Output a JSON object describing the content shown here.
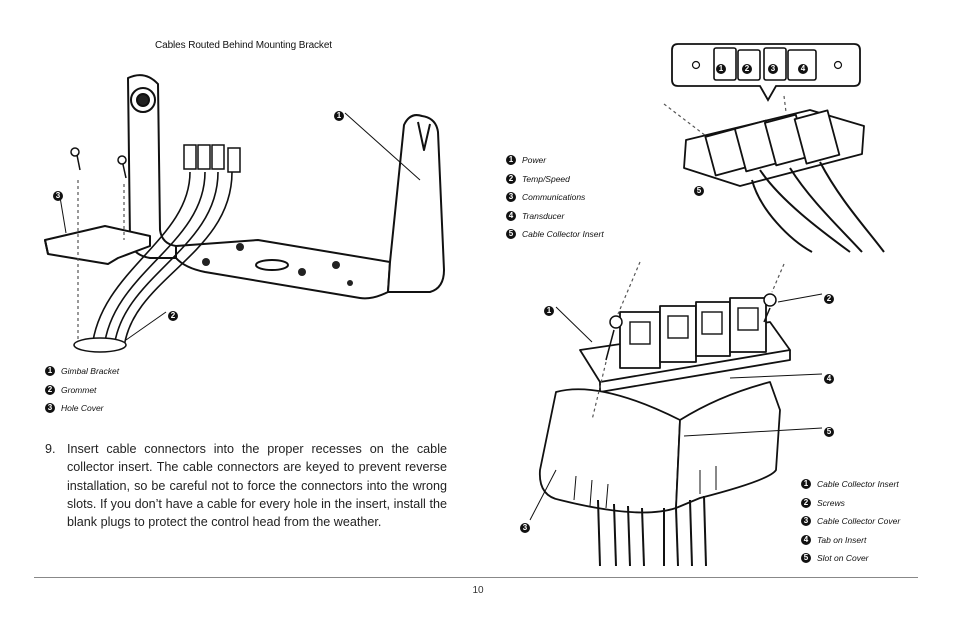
{
  "figure1": {
    "title": "Cables Routed Behind Mounting Bracket",
    "callouts": [
      "1",
      "2",
      "3"
    ],
    "legend": [
      {
        "num": "1",
        "label": "Gimbal Bracket"
      },
      {
        "num": "2",
        "label": "Grommet"
      },
      {
        "num": "3",
        "label": "Hole Cover"
      }
    ]
  },
  "figure2": {
    "slot_numbers": [
      "1",
      "2",
      "3",
      "4"
    ],
    "callouts": [
      "5"
    ],
    "legend": [
      {
        "num": "1",
        "label": "Power"
      },
      {
        "num": "2",
        "label": "Temp/Speed"
      },
      {
        "num": "3",
        "label": "Communications"
      },
      {
        "num": "4",
        "label": "Transducer"
      },
      {
        "num": "5",
        "label": "Cable Collector Insert"
      }
    ]
  },
  "figure3": {
    "callouts": [
      "1",
      "2",
      "3",
      "4",
      "5"
    ],
    "legend": [
      {
        "num": "1",
        "label": "Cable Collector Insert"
      },
      {
        "num": "2",
        "label": "Screws"
      },
      {
        "num": "3",
        "label": "Cable Collector Cover"
      },
      {
        "num": "4",
        "label": "Tab on Insert"
      },
      {
        "num": "5",
        "label": "Slot on Cover"
      }
    ]
  },
  "step": {
    "number": "9.",
    "text": "Insert cable connectors into the proper recesses on the cable collector insert. The cable connectors are keyed to prevent reverse installation, so be careful not to force the connectors into the wrong slots. If you don’t have a cable for every hole in the insert, install the blank plugs to protect the control head from the weather."
  },
  "page_number": "10"
}
